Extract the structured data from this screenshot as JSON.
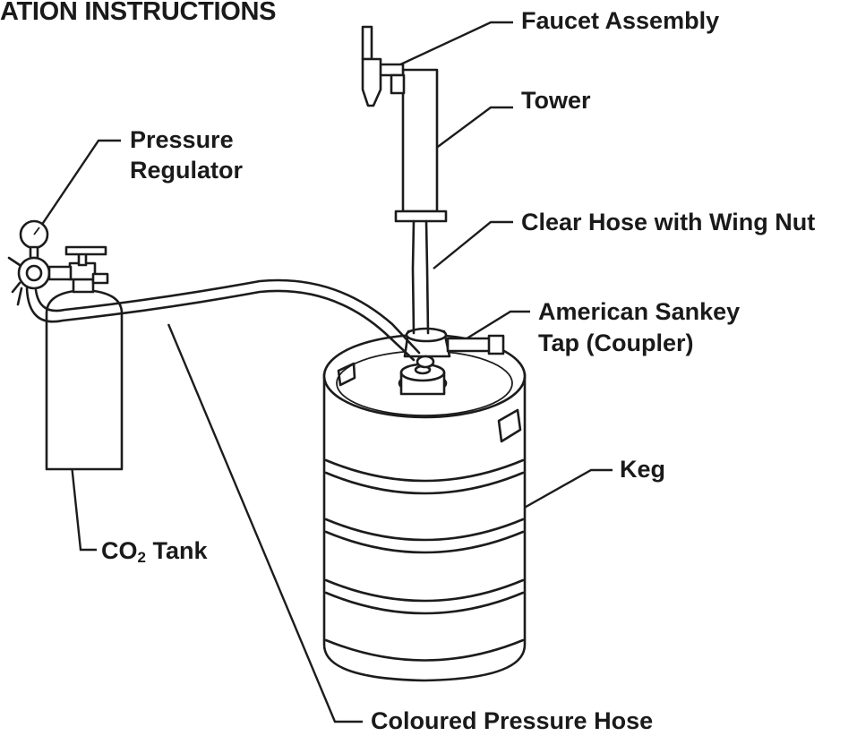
{
  "page": {
    "heading": "ATION INSTRUCTIONS"
  },
  "labels": {
    "faucet_assembly": "Faucet Assembly",
    "tower": "Tower",
    "pressure_regulator_line1": "Pressure",
    "pressure_regulator_line2": "Regulator",
    "clear_hose": "Clear Hose with Wing Nut",
    "coupler_line1": "American Sankey",
    "coupler_line2": "Tap (Coupler)",
    "keg": "Keg",
    "co2_prefix": "CO",
    "co2_subscript": "2",
    "co2_suffix": " Tank",
    "pressure_hose": "Coloured Pressure Hose"
  },
  "colors": {
    "ink": "#1c1c1c",
    "background": "#ffffff"
  }
}
